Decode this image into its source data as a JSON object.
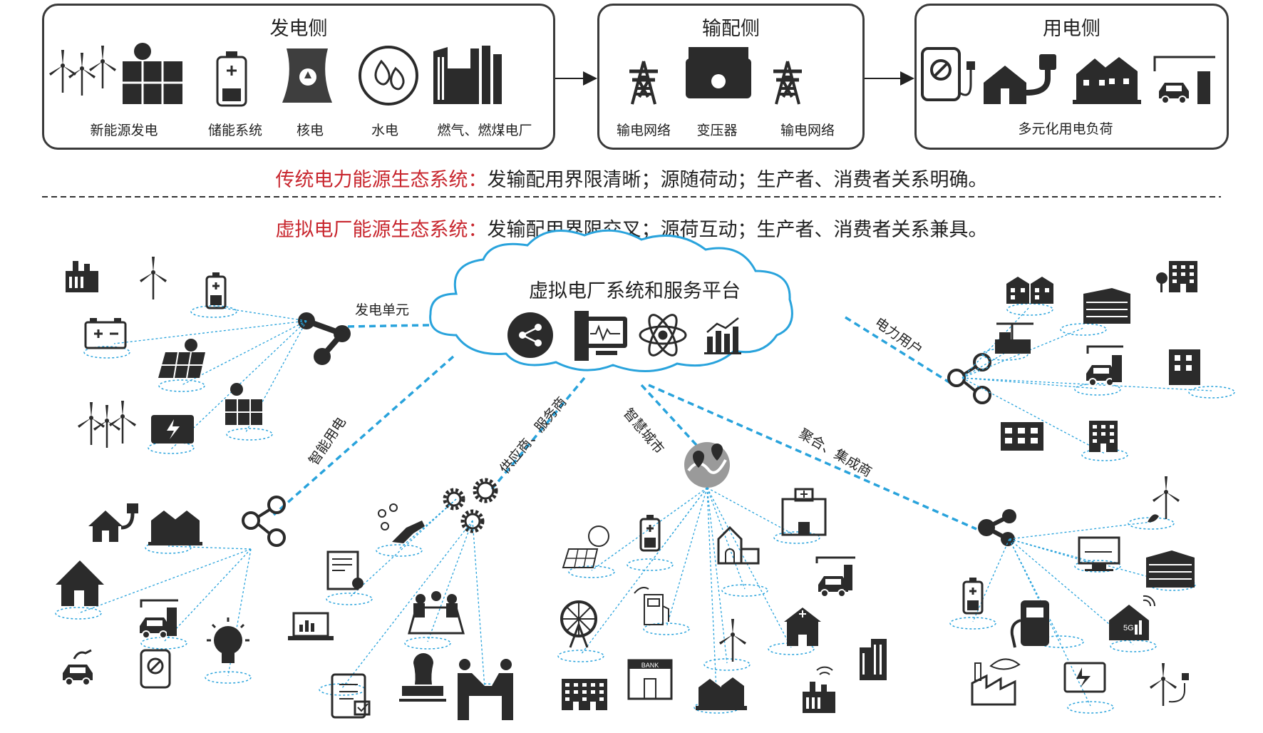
{
  "top": {
    "panels": [
      {
        "title": "发电侧",
        "items": [
          "新能源发电",
          "储能系统",
          "核电",
          "水电",
          "燃气、燃煤电厂"
        ]
      },
      {
        "title": "输配侧",
        "items": [
          "输电网络",
          "变压器",
          "输电网络"
        ]
      },
      {
        "title": "用电侧",
        "items": [
          "多元化用电负荷"
        ]
      }
    ]
  },
  "statements": {
    "traditional": {
      "highlight": "传统电力能源生态系统：",
      "text": "发输配用界限清晰；源随荷动；生产者、消费者关系明确。"
    },
    "virtual": {
      "highlight": "虚拟电厂能源生态系统：",
      "text": "发输配用界限交叉；源荷互动；生产者、消费者关系兼具。"
    }
  },
  "cloud": {
    "title": "虚拟电厂系统和服务平台"
  },
  "edges": {
    "generation": "发电单元",
    "power_users": "电力用户",
    "smart_power": "智能用电",
    "suppliers": "供应商、服务商",
    "smart_city": "智慧城市",
    "aggregators": "聚合、集成商"
  },
  "colors": {
    "accent_red": "#c8262e",
    "dash_blue": "#29a3dc",
    "icon_dark": "#2b2b2b",
    "frame": "#3a3a3a"
  }
}
